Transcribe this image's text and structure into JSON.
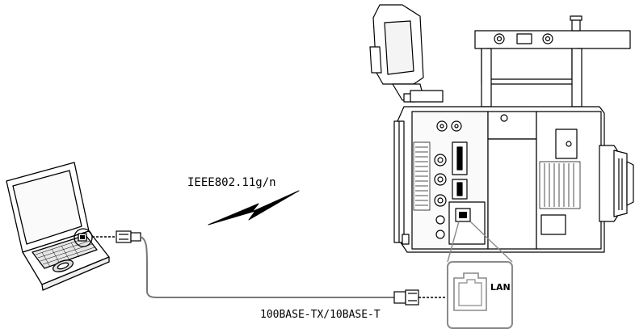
{
  "labels": {
    "wireless": "IEEE802.11g/n",
    "wired": "100BASE-TX/10BASE-T",
    "port": "LAN"
  },
  "colors": {
    "line": "#000000",
    "cable": "#777777",
    "callout": "#8a8a8a",
    "body": "#ffffff"
  }
}
